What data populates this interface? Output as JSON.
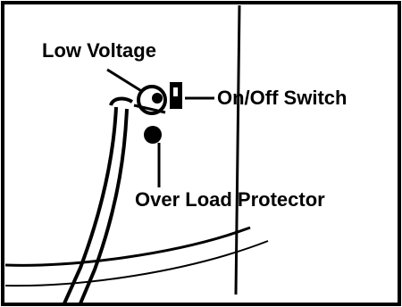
{
  "labels": {
    "low_voltage": "Low Voltage",
    "on_off_switch": "On/Off Switch",
    "over_load_protector": "Over Load Protector"
  },
  "colors": {
    "ink": "#000000",
    "paper": "#ffffff"
  }
}
